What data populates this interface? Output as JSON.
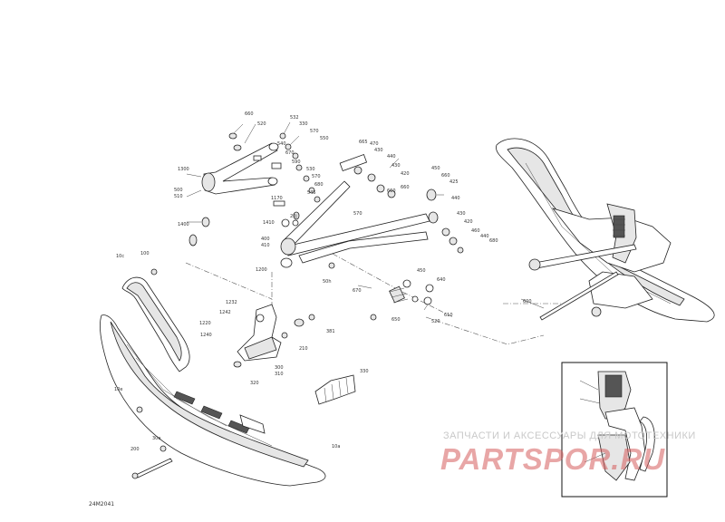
{
  "diagram_code": "24M2041",
  "watermark": {
    "caption": "ЗАПЧАСТИ И АКСЕССУАРЫ ДЛЯ МОТОТЕХНИКИ",
    "logo": "PARTSPOR.RU"
  },
  "callouts": {
    "c1": "660",
    "c2": "520",
    "c3": "532",
    "c4": "330",
    "c5": "570",
    "c6": "550",
    "c7": "540",
    "c8": "670",
    "c9": "590",
    "c10": "1300",
    "c11": "500",
    "c12": "510",
    "c13": "530",
    "c14": "570",
    "c15": "680",
    "c16": "545",
    "c17": "1170",
    "c18": "1400",
    "c19": "1410",
    "c20": "400",
    "c21": "410",
    "c22": "1200",
    "c23": "665",
    "c24": "470",
    "c25": "430",
    "c26": "440",
    "c27": "430",
    "c28": "420",
    "c29": "450",
    "c30": "660",
    "c31": "425",
    "c32": "440",
    "c33": "430",
    "c34": "420",
    "c35": "460",
    "c36": "440",
    "c37": "680",
    "c38": "660",
    "c39": "660",
    "c40": "640",
    "c41": "670",
    "c42": "610",
    "c43": "650",
    "c44": "520",
    "c45": "1232",
    "c46": "1242",
    "c47": "1220",
    "c48": "1240",
    "c49": "381",
    "c50": "210",
    "c51": "300",
    "c52": "310",
    "c53": "320",
    "c54": "330",
    "c55": "100",
    "c56": "10c",
    "c57": "10e",
    "c58": "30e",
    "c59": "200",
    "c60": "10a",
    "c61": "600",
    "c62": "50h",
    "c63": "20j",
    "c64": "450",
    "c65": "570"
  }
}
